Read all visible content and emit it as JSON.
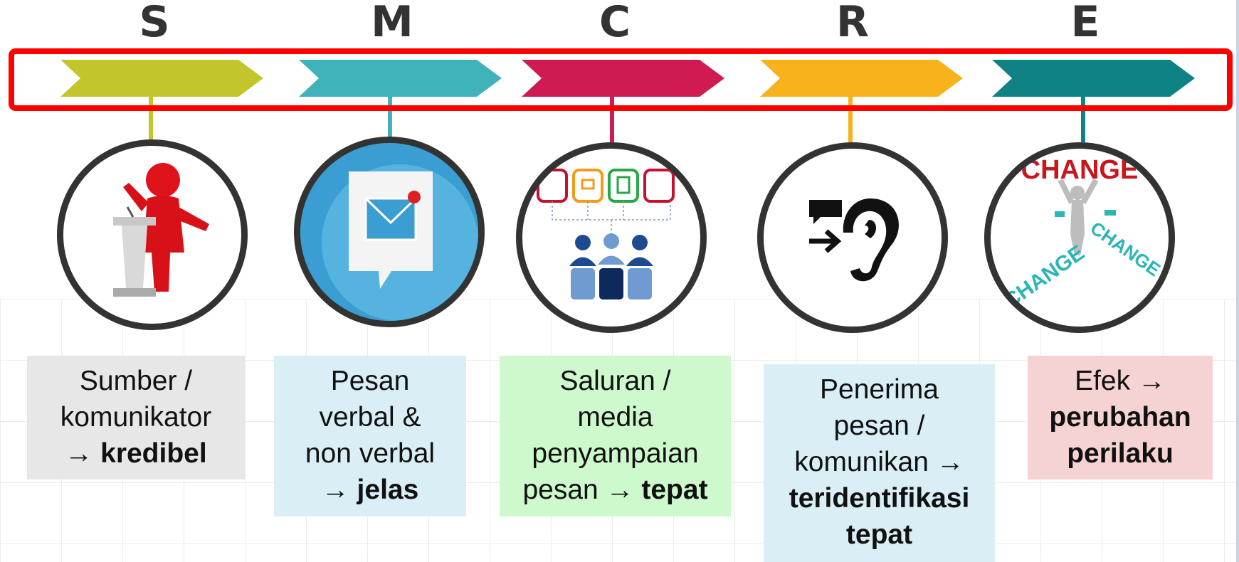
{
  "steps": [
    {
      "letter": "S",
      "color": "#c3c62b",
      "box_color": "#e7e7e7",
      "box_lines": [
        [
          "Sumber /",
          ""
        ],
        [
          "komunikator",
          ""
        ],
        [
          "→ ",
          "kredibel"
        ]
      ],
      "icon": "speaker-podium-icon"
    },
    {
      "letter": "M",
      "color": "#3fb3b9",
      "box_color": "#d9eef5",
      "box_lines": [
        [
          "Pesan",
          ""
        ],
        [
          "verbal &",
          ""
        ],
        [
          "non verbal",
          ""
        ],
        [
          "→ ",
          "jelas"
        ]
      ],
      "icon": "message-envelope-icon"
    },
    {
      "letter": "C",
      "color": "#cf1a52",
      "box_color": "#cdf9cd",
      "box_lines": [
        [
          "Saluran /",
          ""
        ],
        [
          "media",
          ""
        ],
        [
          "penyampaian",
          ""
        ],
        [
          "pesan → ",
          "tepat"
        ]
      ],
      "icon": "media-channels-icon"
    },
    {
      "letter": "R",
      "color": "#f7b21c",
      "box_color": "#d9eef5",
      "box_lines": [
        [
          "Penerima",
          ""
        ],
        [
          "pesan /",
          ""
        ],
        [
          "komunikan →",
          ""
        ],
        [
          "",
          "teridentifikasi"
        ],
        [
          "",
          "tepat"
        ]
      ],
      "icon": "listening-ear-icon"
    },
    {
      "letter": "E",
      "color": "#0e8284",
      "box_color": "#f6d3d3",
      "box_lines": [
        [
          "Efek →",
          ""
        ],
        [
          "",
          "perubahan"
        ],
        [
          "",
          "perilaku"
        ]
      ],
      "icon": "change-figure-icon"
    }
  ],
  "change_words": {
    "top": "CHANGE",
    "left": "CHANGE",
    "right": "CHANGE"
  }
}
